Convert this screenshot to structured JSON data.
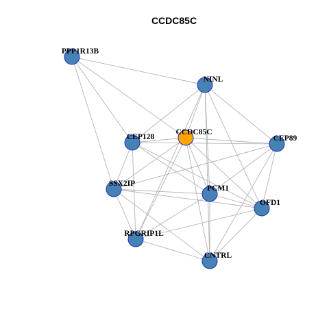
{
  "title": "CCDC85C",
  "colors": {
    "node_fill": "#4682b4",
    "center_fill": "#ffa500",
    "node_stroke": "#1f2fb8",
    "edge": "#b3b3b3"
  },
  "nodes": [
    {
      "id": "PPP1R13B",
      "label": "PPP1R13B",
      "center": false
    },
    {
      "id": "NINL",
      "label": "NINL",
      "center": false
    },
    {
      "id": "CCDC85C",
      "label": "CCDC85C",
      "center": true
    },
    {
      "id": "CEP128",
      "label": "CEP128",
      "center": false
    },
    {
      "id": "CEP89",
      "label": "CEP89",
      "center": false
    },
    {
      "id": "SSX2IP",
      "label": "SSX2IP",
      "center": false
    },
    {
      "id": "PCM1",
      "label": "PCM1",
      "center": false
    },
    {
      "id": "OFD1",
      "label": "OFD1",
      "center": false
    },
    {
      "id": "RPGRIP1L",
      "label": "RPGRIP1L",
      "center": false
    },
    {
      "id": "CNTRL",
      "label": "CNTRL",
      "center": false
    }
  ],
  "edges": [
    [
      "PPP1R13B",
      "NINL"
    ],
    [
      "PPP1R13B",
      "CCDC85C"
    ],
    [
      "PPP1R13B",
      "CEP128"
    ],
    [
      "PPP1R13B",
      "SSX2IP"
    ],
    [
      "NINL",
      "CCDC85C"
    ],
    [
      "NINL",
      "CEP128"
    ],
    [
      "NINL",
      "CEP89"
    ],
    [
      "NINL",
      "PCM1"
    ],
    [
      "NINL",
      "OFD1"
    ],
    [
      "NINL",
      "CNTRL"
    ],
    [
      "NINL",
      "RPGRIP1L"
    ],
    [
      "CCDC85C",
      "CEP128"
    ],
    [
      "CCDC85C",
      "CEP89"
    ],
    [
      "CCDC85C",
      "SSX2IP"
    ],
    [
      "CCDC85C",
      "PCM1"
    ],
    [
      "CCDC85C",
      "OFD1"
    ],
    [
      "CCDC85C",
      "RPGRIP1L"
    ],
    [
      "CCDC85C",
      "CNTRL"
    ],
    [
      "CEP128",
      "CEP89"
    ],
    [
      "CEP128",
      "SSX2IP"
    ],
    [
      "CEP128",
      "PCM1"
    ],
    [
      "CEP128",
      "OFD1"
    ],
    [
      "CEP128",
      "RPGRIP1L"
    ],
    [
      "CEP89",
      "SSX2IP"
    ],
    [
      "CEP89",
      "PCM1"
    ],
    [
      "CEP89",
      "OFD1"
    ],
    [
      "CEP89",
      "CNTRL"
    ],
    [
      "SSX2IP",
      "PCM1"
    ],
    [
      "SSX2IP",
      "OFD1"
    ],
    [
      "SSX2IP",
      "RPGRIP1L"
    ],
    [
      "SSX2IP",
      "CNTRL"
    ],
    [
      "PCM1",
      "OFD1"
    ],
    [
      "PCM1",
      "RPGRIP1L"
    ],
    [
      "PCM1",
      "CNTRL"
    ],
    [
      "OFD1",
      "RPGRIP1L"
    ],
    [
      "OFD1",
      "CNTRL"
    ],
    [
      "RPGRIP1L",
      "CNTRL"
    ]
  ]
}
